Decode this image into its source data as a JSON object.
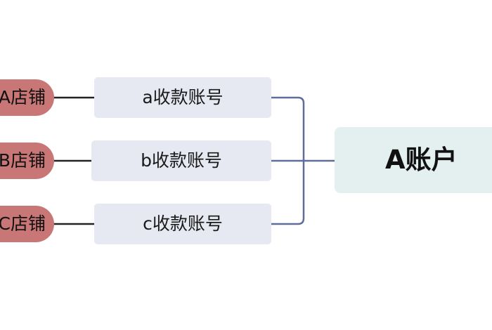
{
  "diagram": {
    "root": {
      "label": "A账户"
    },
    "stores": [
      {
        "label": "A店铺"
      },
      {
        "label": "B店铺"
      },
      {
        "label": "C店铺"
      }
    ],
    "accounts": [
      {
        "label": "a收款账号"
      },
      {
        "label": "b收款账号"
      },
      {
        "label": "c收款账号"
      }
    ]
  },
  "colors": {
    "store_fill": "#c97676",
    "account_fill": "#e7e9f2",
    "root_fill": "#e3f0ef",
    "store_connector": "#222222",
    "tree_connector": "#5f6d98"
  }
}
